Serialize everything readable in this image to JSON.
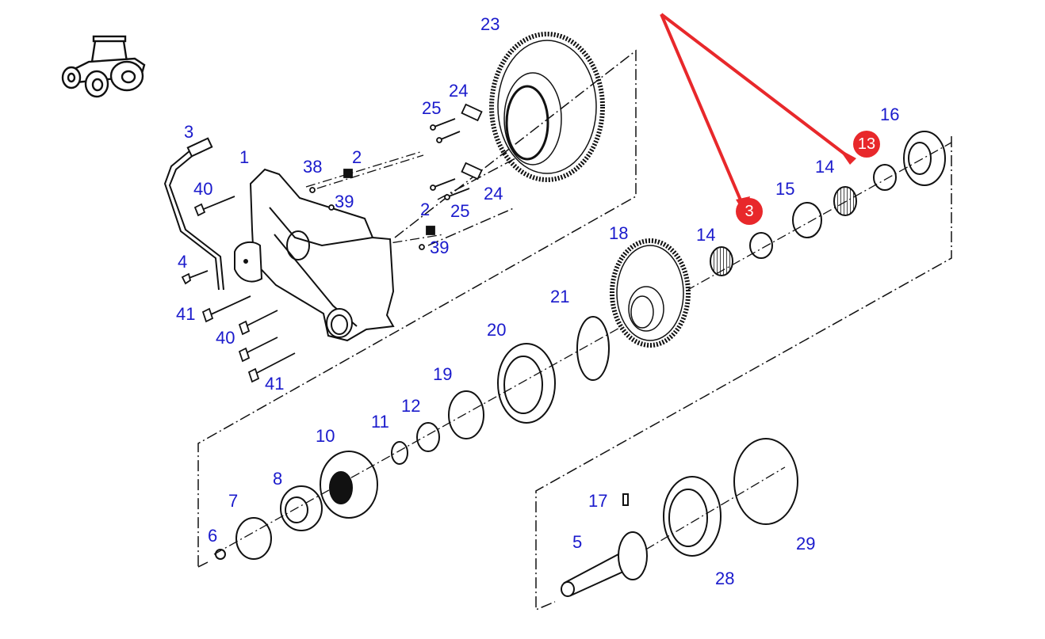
{
  "diagram": {
    "title": "Tractor PTO gearbox exploded parts view",
    "icon": "tractor-icon",
    "colors": {
      "label": "#1a1acc",
      "highlight": "#e8282b",
      "line": "#111111"
    },
    "labels": [
      {
        "id": "l23",
        "text": "23"
      },
      {
        "id": "l24a",
        "text": "24"
      },
      {
        "id": "l25a",
        "text": "25"
      },
      {
        "id": "l24b",
        "text": "24"
      },
      {
        "id": "l25b",
        "text": "25"
      },
      {
        "id": "l3",
        "text": "3"
      },
      {
        "id": "l1",
        "text": "1"
      },
      {
        "id": "l38",
        "text": "38"
      },
      {
        "id": "l2a",
        "text": "2"
      },
      {
        "id": "l39a",
        "text": "39"
      },
      {
        "id": "l40a",
        "text": "40"
      },
      {
        "id": "l2b",
        "text": "2"
      },
      {
        "id": "l39b",
        "text": "39"
      },
      {
        "id": "l4",
        "text": "4"
      },
      {
        "id": "l41a",
        "text": "41"
      },
      {
        "id": "l40b",
        "text": "40"
      },
      {
        "id": "l41b",
        "text": "41"
      },
      {
        "id": "l16",
        "text": "16"
      },
      {
        "id": "l14a",
        "text": "14"
      },
      {
        "id": "l15",
        "text": "15"
      },
      {
        "id": "l18",
        "text": "18"
      },
      {
        "id": "l14b",
        "text": "14"
      },
      {
        "id": "l21",
        "text": "21"
      },
      {
        "id": "l20",
        "text": "20"
      },
      {
        "id": "l19",
        "text": "19"
      },
      {
        "id": "l12",
        "text": "12"
      },
      {
        "id": "l11",
        "text": "11"
      },
      {
        "id": "l10",
        "text": "10"
      },
      {
        "id": "l8",
        "text": "8"
      },
      {
        "id": "l7",
        "text": "7"
      },
      {
        "id": "l6",
        "text": "6"
      },
      {
        "id": "l17",
        "text": "17"
      },
      {
        "id": "l5",
        "text": "5"
      },
      {
        "id": "l28",
        "text": "28"
      },
      {
        "id": "l29",
        "text": "29"
      }
    ],
    "highlights": [
      {
        "id": "h13",
        "text": "13"
      },
      {
        "id": "h3",
        "text": "3"
      }
    ]
  }
}
